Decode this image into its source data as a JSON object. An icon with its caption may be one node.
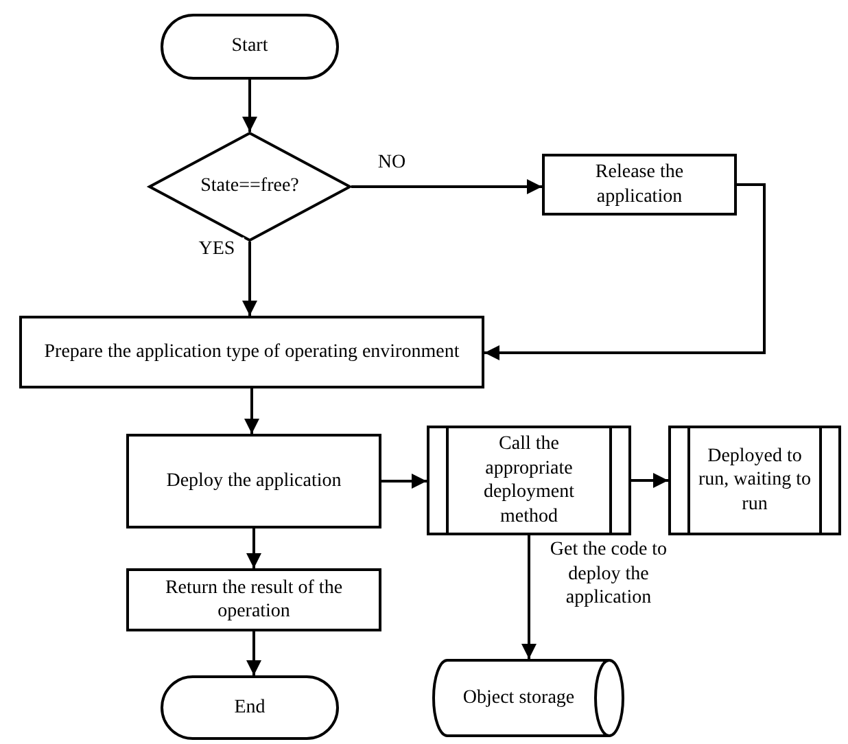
{
  "diagram": {
    "nodes": [
      {
        "text": [
          "Start"
        ]
      },
      {
        "text": [
          "State==free?"
        ]
      },
      {
        "text": [
          "Release the application"
        ]
      },
      {
        "text": [
          "Prepare the application type of operating environment"
        ]
      },
      {
        "text": [
          "Deploy the application"
        ]
      },
      {
        "text": [
          "Call the appropriate deployment method"
        ]
      },
      {
        "text": [
          "Deployed to run, waiting to run"
        ]
      },
      {
        "text": [
          "Return the result of the operation"
        ]
      },
      {
        "text": [
          "End"
        ]
      },
      {
        "text": [
          "Object storage"
        ]
      }
    ],
    "edges": [
      {
        "from": 0,
        "to": 1,
        "arrow": "to"
      },
      {
        "from": 1,
        "to": 2,
        "arrow": "to",
        "label": "NO"
      },
      {
        "from": 1,
        "to": 3,
        "arrow": "to",
        "label": "YES"
      },
      {
        "from": 2,
        "to": 3,
        "arrow": "to"
      },
      {
        "from": 3,
        "to": 4,
        "arrow": "to"
      },
      {
        "from": 4,
        "to": 5,
        "arrow": "to"
      },
      {
        "from": 5,
        "to": 6,
        "arrow": "to"
      },
      {
        "from": 4,
        "to": 7,
        "arrow": "to"
      },
      {
        "from": 7,
        "to": 8,
        "arrow": "to"
      },
      {
        "from": 5,
        "to": 9,
        "arrow": "to",
        "label": "Get the code to deploy the application"
      }
    ]
  }
}
